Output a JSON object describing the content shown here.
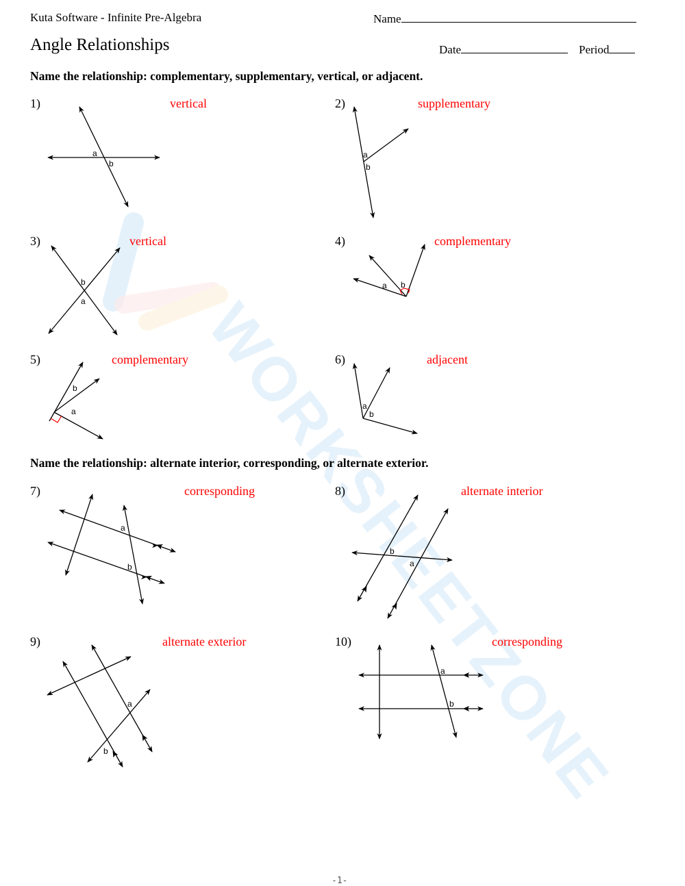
{
  "header": {
    "publisher": "Kuta Software - Infinite Pre-Algebra",
    "name_label": "Name",
    "title": "Angle Relationships",
    "date_label": "Date",
    "period_label": "Period"
  },
  "sections": [
    {
      "instruction": "Name the relationship: complementary, supplementary, vertical, or adjacent.",
      "problems": [
        {
          "number": "1)",
          "answer": "vertical",
          "labels": [
            "a",
            "b"
          ]
        },
        {
          "number": "2)",
          "answer": "supplementary",
          "labels": [
            "a",
            "b"
          ]
        },
        {
          "number": "3)",
          "answer": "vertical",
          "labels": [
            "b",
            "a"
          ]
        },
        {
          "number": "4)",
          "answer": "complementary",
          "labels": [
            "a",
            "b"
          ]
        },
        {
          "number": "5)",
          "answer": "complementary",
          "labels": [
            "b",
            "a"
          ]
        },
        {
          "number": "6)",
          "answer": "adjacent",
          "labels": [
            "a",
            "b"
          ]
        }
      ]
    },
    {
      "instruction": "Name the relationship: alternate interior, corresponding, or alternate exterior.",
      "problems": [
        {
          "number": "7)",
          "answer": "corresponding",
          "labels": [
            "a",
            "b"
          ]
        },
        {
          "number": "8)",
          "answer": "alternate interior",
          "labels": [
            "b",
            "a"
          ]
        },
        {
          "number": "9)",
          "answer": "alternate exterior",
          "labels": [
            "a",
            "b"
          ]
        },
        {
          "number": "10)",
          "answer": "corresponding",
          "labels": [
            "a",
            "b"
          ]
        }
      ]
    }
  ],
  "footer": {
    "page_number": "-1-"
  },
  "watermark": {
    "text": "WORKSHEETZONE"
  },
  "colors": {
    "answer": "#ff0000",
    "right_angle_mark": "#ff0000",
    "lines": "#000000"
  }
}
